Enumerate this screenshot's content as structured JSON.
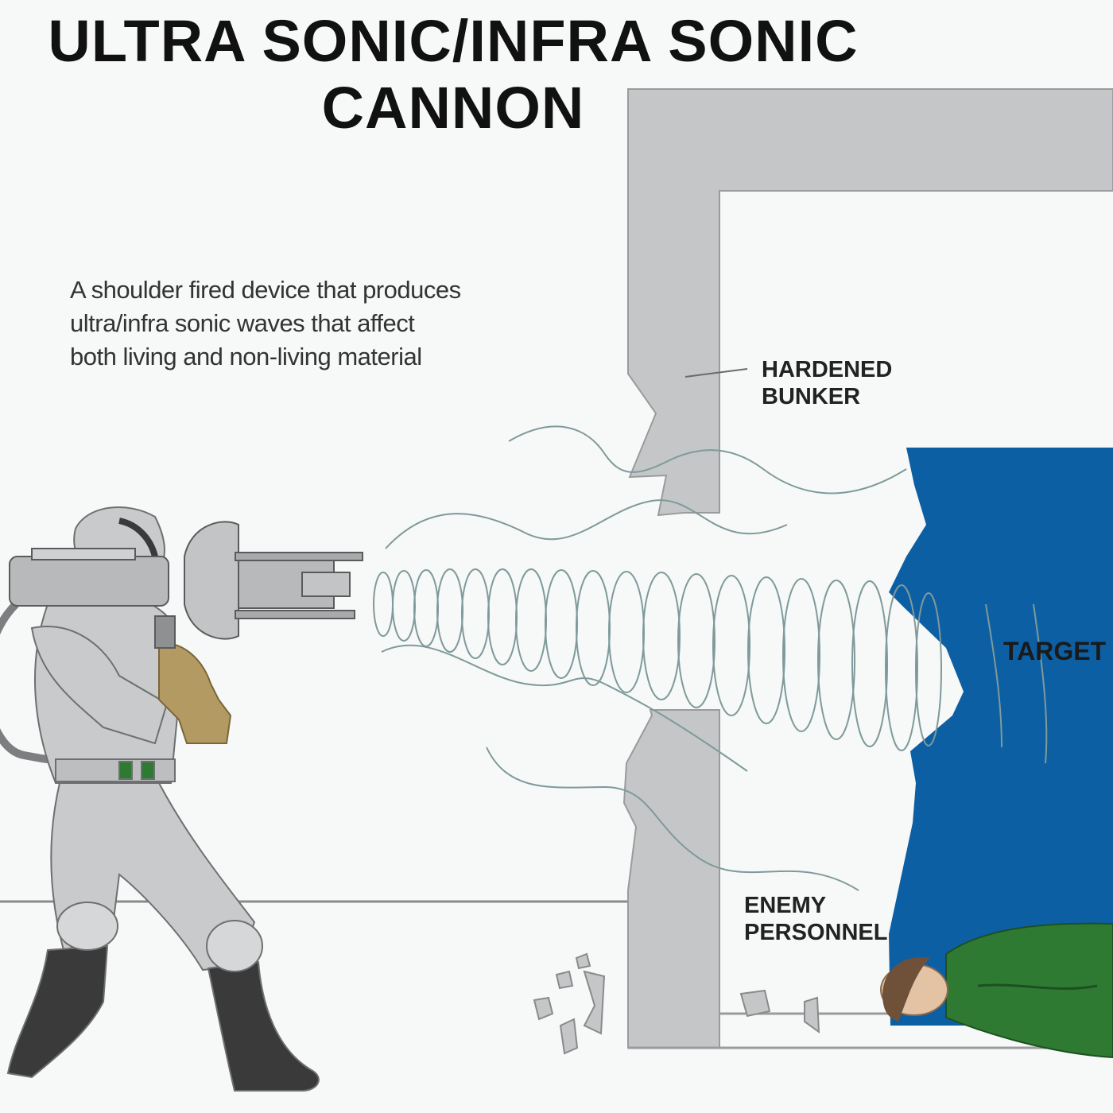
{
  "title": {
    "line1": "ULTRA SONIC/INFRA SONIC",
    "line2": "CANNON"
  },
  "description": {
    "line1": "A shoulder fired device that produces",
    "line2": "ultra/infra sonic waves that affect",
    "line3": "both living and non-living material"
  },
  "labels": {
    "bunker": {
      "line1": "HARDENED",
      "line2": "BUNKER"
    },
    "enemy": {
      "line1": "ENEMY",
      "line2": "PERSONNEL"
    },
    "target": "TARGET"
  },
  "colors": {
    "background": "#f7f8f8",
    "wall": "#c5c6c8",
    "target": "#0d5fa3",
    "soldier_suit": "#c9cacc",
    "boots": "#3a3a3a",
    "glove": "#b29a62",
    "enemy_uniform": "#2f7a33",
    "wave": "#7f9a9a"
  }
}
